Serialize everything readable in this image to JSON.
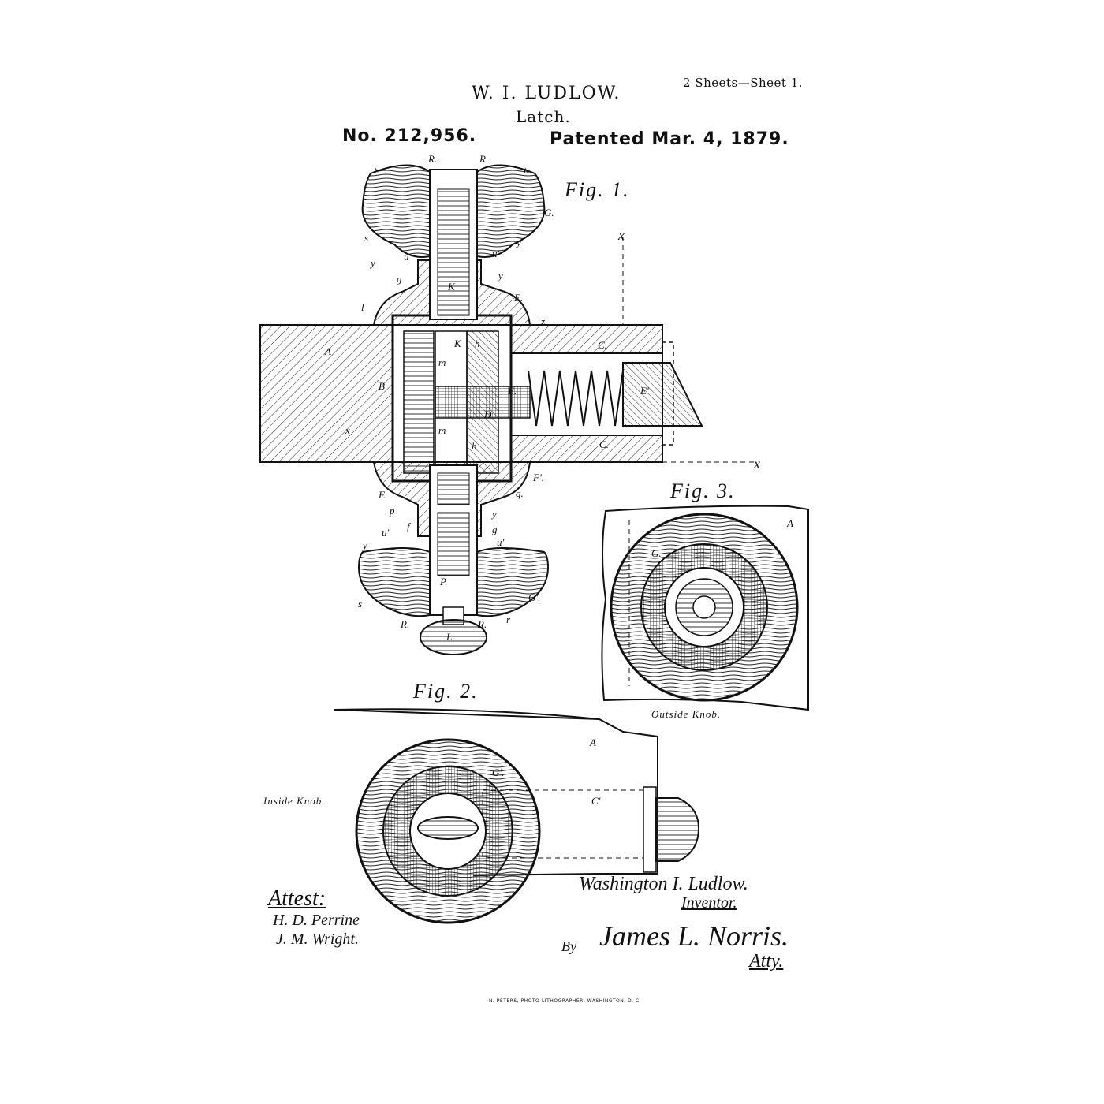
{
  "header": {
    "sheets": "2 Sheets—Sheet 1.",
    "inventor": "W. I. LUDLOW.",
    "title": "Latch.",
    "patent_number": "No. 212,956.",
    "patent_date": "Patented Mar. 4, 1879."
  },
  "figures": {
    "fig1": "Fig. 1.",
    "fig2": "Fig. 2.",
    "fig3": "Fig. 3."
  },
  "captions": {
    "outside_knob": "Outside Knob.",
    "inside_knob": "Inside Knob."
  },
  "signatures": {
    "inventor_name": "Washington I. Ludlow.",
    "inventor_role": "Inventor.",
    "attest": "Attest:",
    "witness1": "H. D. Perrine",
    "witness2": "J. M. Wright.",
    "by": "By",
    "attorney": "James L. Norris.",
    "attorney_role": "Atty."
  },
  "printer": "N. PETERS, PHOTO-LITHOGRAPHER, WASHINGTON, D. C.",
  "letters": {
    "R": "R.",
    "t": "t.",
    "G": "G.",
    "Gp": "G'.",
    "s": "s",
    "y": "y",
    "u": "u'",
    "g": "g",
    "k": "K",
    "l": "l",
    "E": "E.",
    "Ep": "E'",
    "A": "A",
    "B": "B",
    "C": "C.",
    "x": "x",
    "m": "m",
    "h": "h",
    "D": "D",
    "F": "F.",
    "Fp": "F'.",
    "q": "q.",
    "p": "p",
    "f": "f",
    "P": "P.",
    "r": "r",
    "L": "L",
    "Cp": "C'"
  }
}
